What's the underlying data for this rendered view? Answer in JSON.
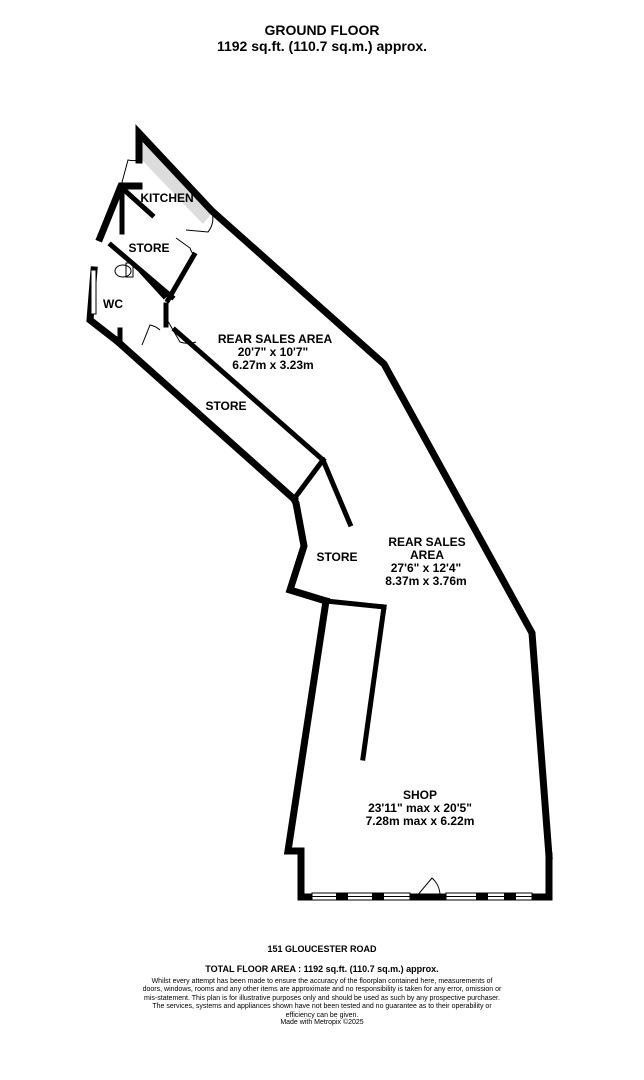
{
  "header": {
    "title": "GROUND FLOOR",
    "area": "1192 sq.ft. (110.7 sq.m.) approx."
  },
  "rooms": {
    "kitchen": {
      "name": "KITCHEN"
    },
    "store_top": {
      "name": "STORE"
    },
    "wc": {
      "name": "WC"
    },
    "rear_sales_1": {
      "name": "REAR SALES AREA",
      "dim_imperial": "20'7\"  x 10'7\"",
      "dim_metric": "6.27m  x 3.23m"
    },
    "store_mid": {
      "name": "STORE"
    },
    "store_low": {
      "name": "STORE"
    },
    "rear_sales_2": {
      "name_line1": "REAR SALES",
      "name_line2": "AREA",
      "dim_imperial": "27'6\"  x 12'4\"",
      "dim_metric": "8.37m  x 3.76m"
    },
    "shop": {
      "name": "SHOP",
      "dim_imperial": "23'11\" max x 20'5\"",
      "dim_metric": "7.28m max x 6.22m"
    }
  },
  "footer": {
    "address": "151 GLOUCESTER ROAD",
    "total": "TOTAL FLOOR AREA : 1192 sq.ft. (110.7 sq.m.) approx.",
    "disclaimer": "Whilst every attempt has been made to ensure the accuracy of the floorplan contained here, measurements of doors, windows, rooms and any other items are approximate and no responsibility is taken for any error, omission or mis-statement. This plan is for illustrative purposes only and should be used as such by any prospective purchaser. The services, systems and appliances shown have not been tested and no guarantee as to their operability or efficiency can be given.",
    "made_with": "Made with Metropix ©2025"
  }
}
